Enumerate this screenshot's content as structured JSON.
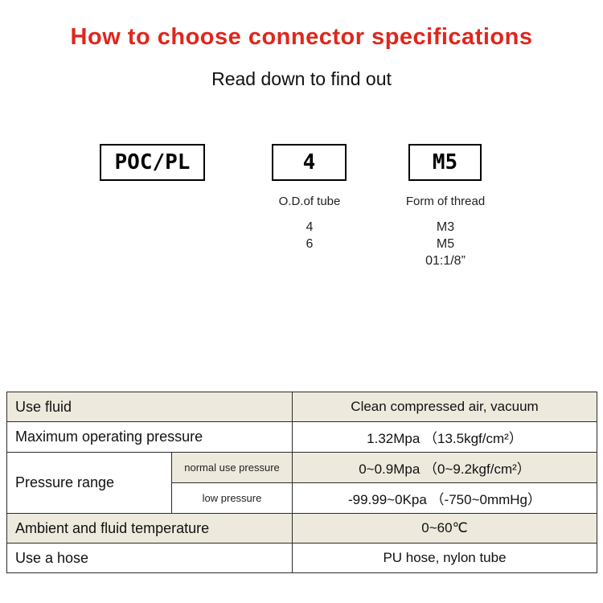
{
  "header": {
    "title": "How to choose connector specifications",
    "subtitle": "Read down to find out",
    "title_color": "#e0261c"
  },
  "selector": {
    "boxes": [
      {
        "label": "POC/PL"
      },
      {
        "label": "4",
        "caption": "O.D.of tube",
        "options": [
          "4",
          "6"
        ]
      },
      {
        "label": "M5",
        "caption": "Form of thread",
        "options": [
          "M3",
          "M5",
          "01:1/8”"
        ]
      }
    ]
  },
  "table": {
    "colors": {
      "row_shaded": "#edeadd",
      "row_plain": "#ffffff",
      "border": "#2b2b2b"
    },
    "rows": [
      {
        "label": "Use fluid",
        "value": "Clean compressed air, vacuum"
      },
      {
        "label": "Maximum operating pressure",
        "value": "1.32Mpa （13.5kgf/cm²）"
      },
      {
        "label": "Pressure range",
        "sub": [
          {
            "label": "normal use pressure",
            "value": "0~0.9Mpa （0~9.2kgf/cm²）"
          },
          {
            "label": "low pressure",
            "value": "-99.99~0Kpa （-750~0mmHg）"
          }
        ]
      },
      {
        "label": "Ambient and fluid temperature",
        "value": "0~60℃"
      },
      {
        "label": "Use a hose",
        "value": "PU hose, nylon tube"
      }
    ]
  }
}
